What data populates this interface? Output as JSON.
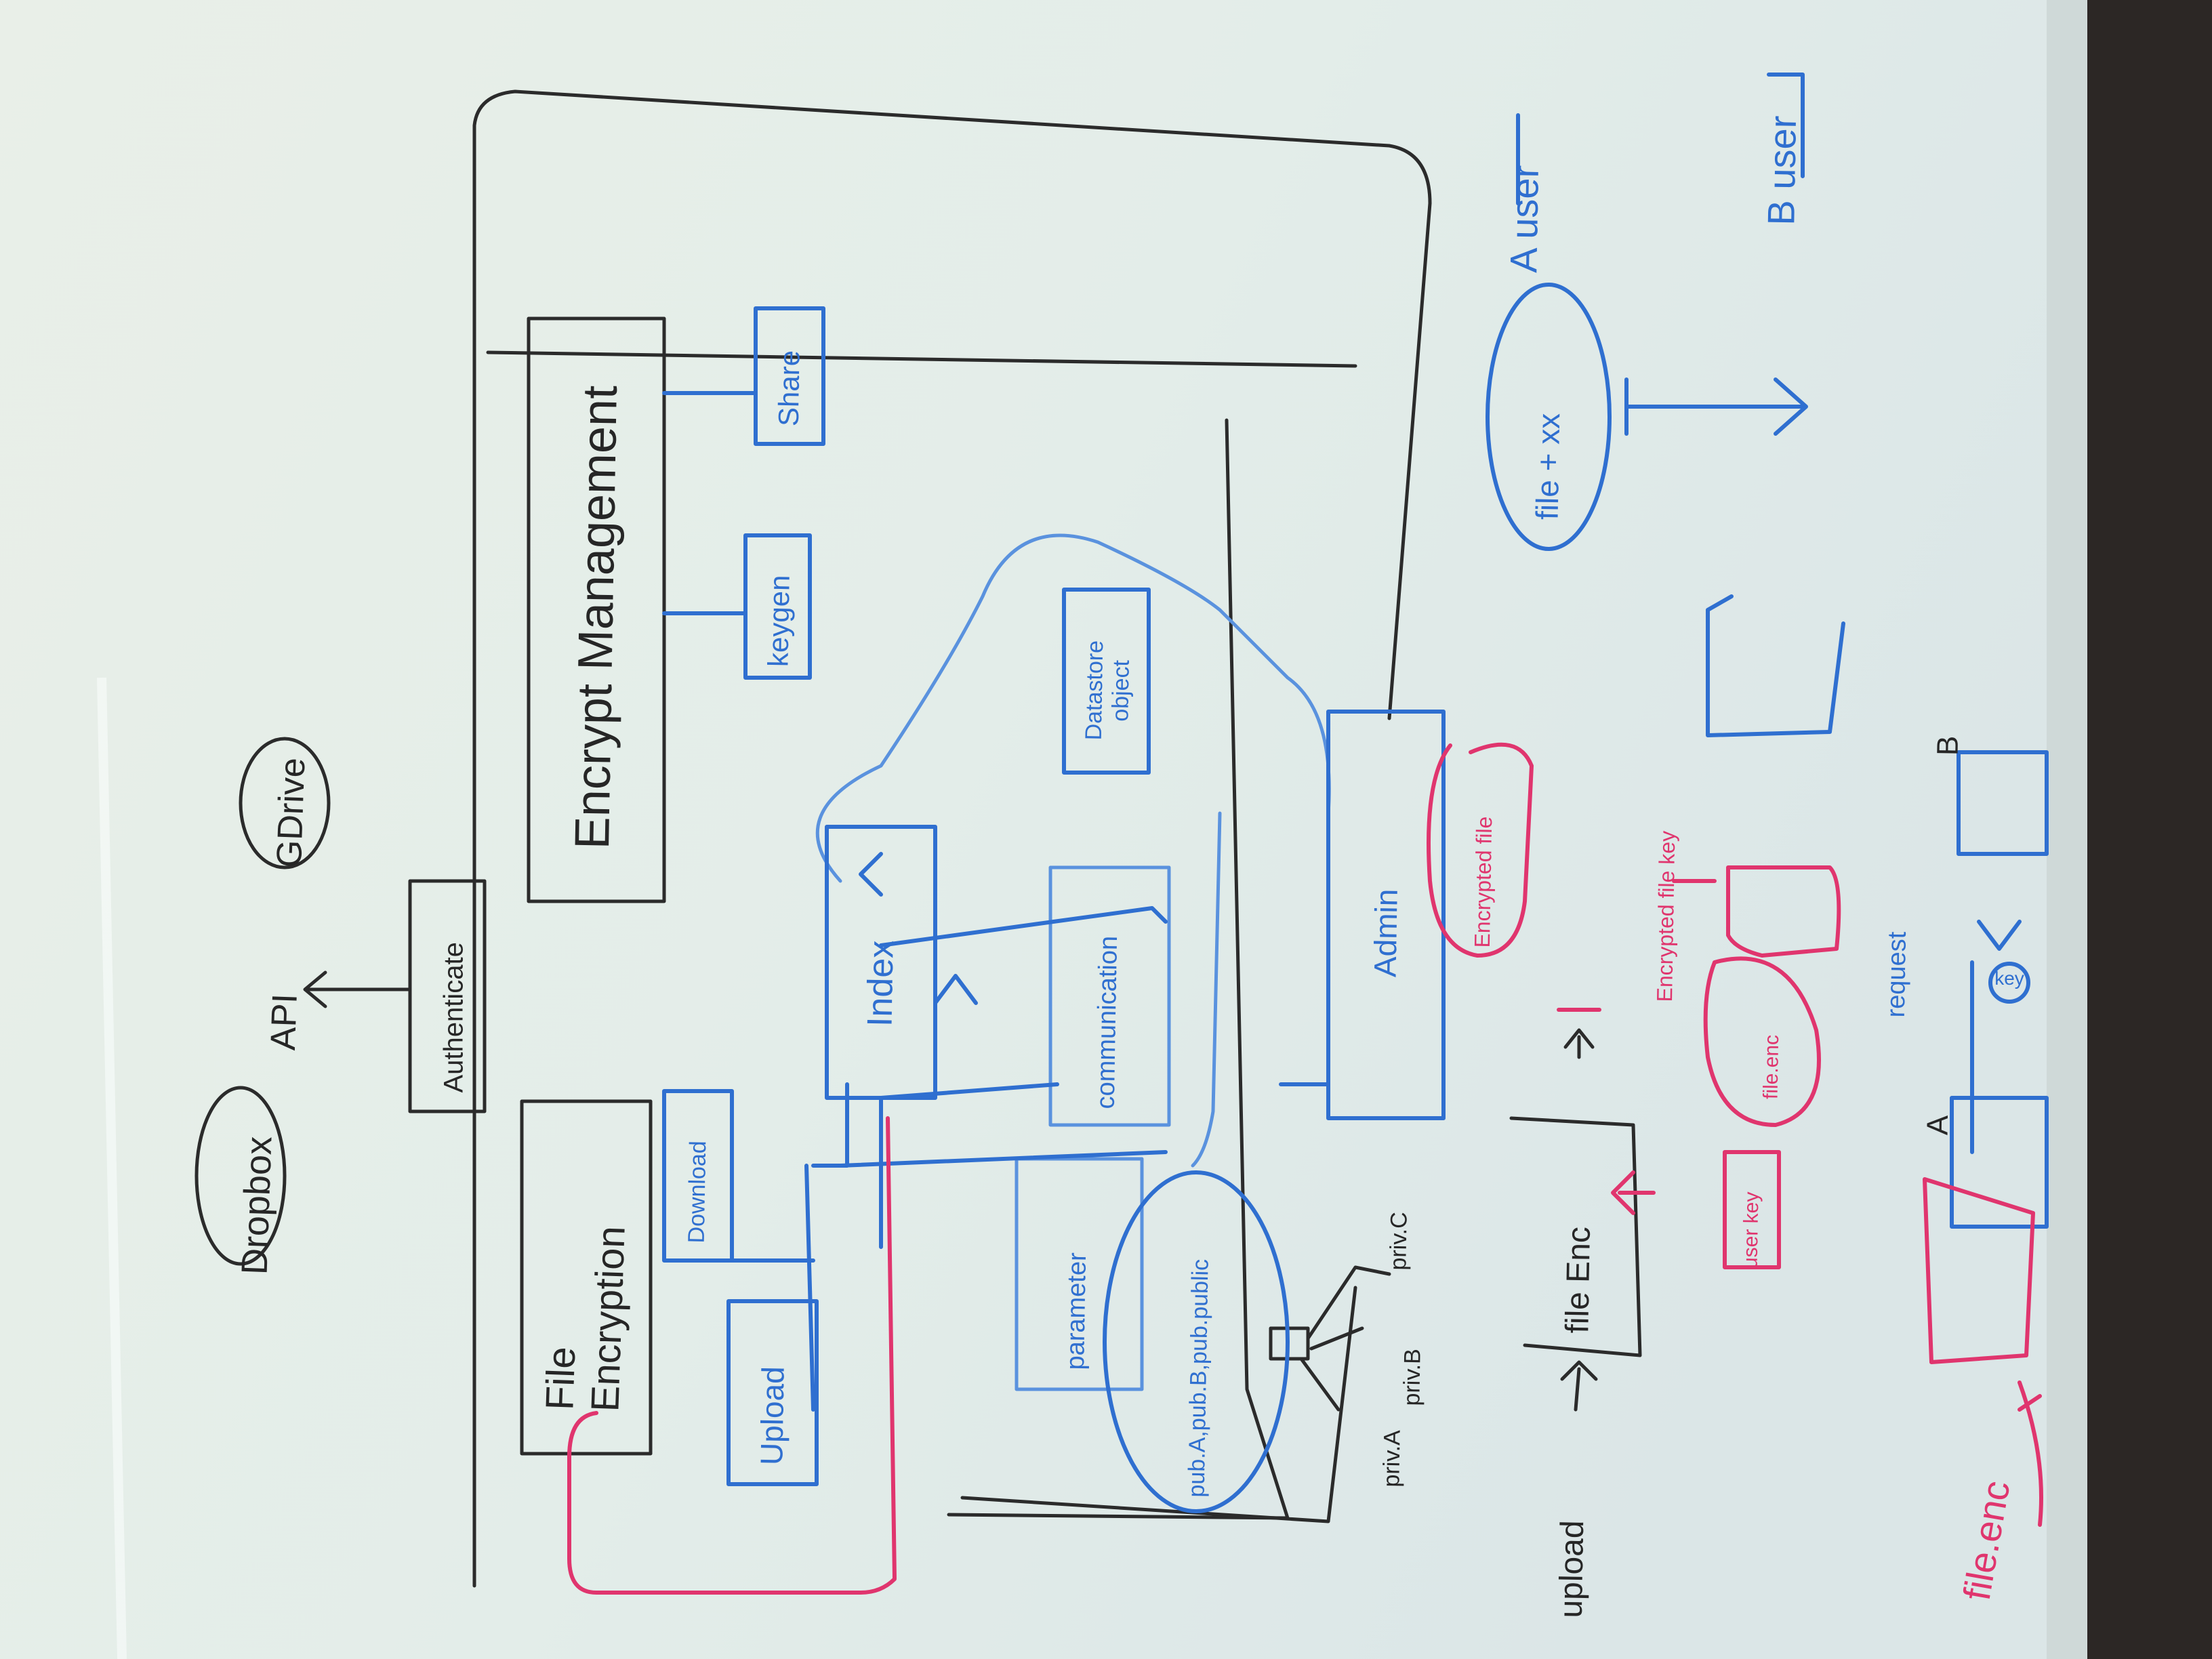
{
  "labels": {
    "dropbox": "Dropbox",
    "api": "API",
    "gdrive": "GDrive",
    "authenticate": "Authenticate",
    "file_encryption": "File Encryption",
    "encrypt_management": "Encrypt Management",
    "keygen": "keygen",
    "share": "Share",
    "download": "Download",
    "upload": "Upload",
    "index": "Index",
    "datastore_object": "Datastore object",
    "communication": "communication",
    "admin": "Admin",
    "parameter": "parameter",
    "pub_priv": "pub.A,pub.B,pub.public",
    "priv_c": "priv.C",
    "priv_a": "priv.A",
    "priv_b": "priv.B",
    "a_user": "A user",
    "b_user": "B user",
    "file_xx": "file + xx",
    "encrypted_file": "Encrypted file",
    "encrypted_filekey": "Encrypted file key",
    "file_enc": "file Enc",
    "upload_left": "upload",
    "user_key": "user key",
    "file_enc_label": "file.enc",
    "a_mark": "A",
    "b_mark": "B",
    "request": "request",
    "file_enc_small": "file.enc",
    "key": "key"
  },
  "colors": {
    "board": "#e7efec",
    "black_marker": "#2b2b2b",
    "blue_marker": "#2f6fd0",
    "red_marker": "#e0356e"
  }
}
